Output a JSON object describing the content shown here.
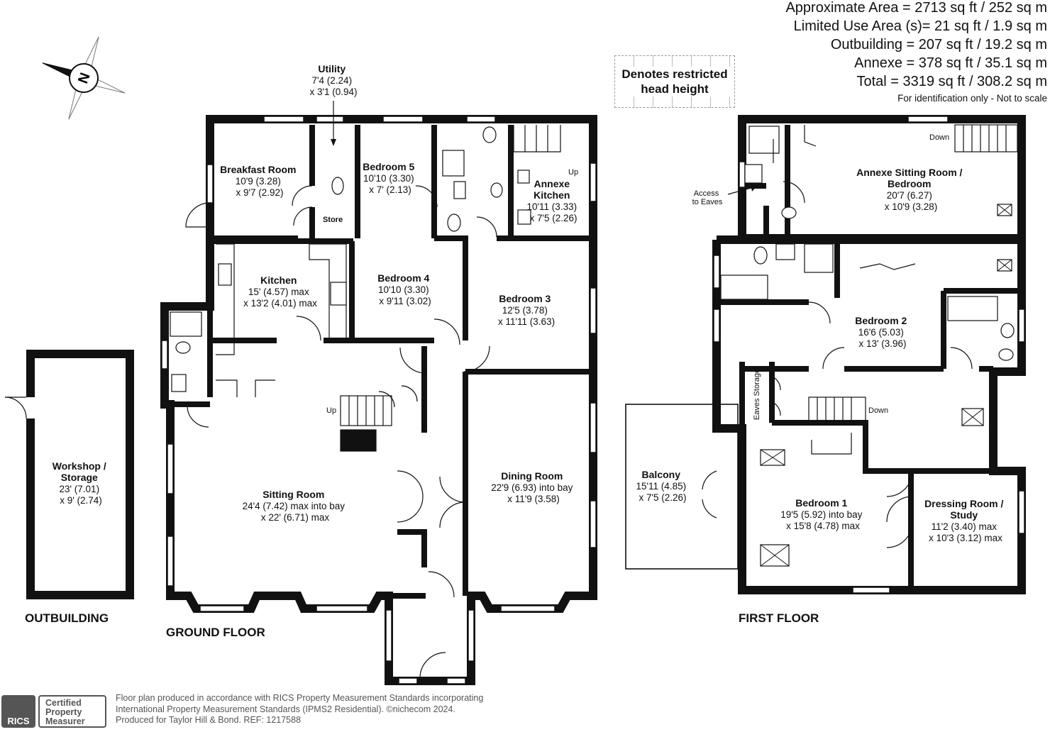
{
  "areas": {
    "approximate": "Approximate Area = 2713 sq ft / 252 sq m",
    "limited_use": "Limited Use Area (s)= 21 sq ft / 1.9 sq m",
    "outbuilding": "Outbuilding = 207 sq ft / 19.2 sq m",
    "annexe": "Annexe = 378 sq ft / 35.1 sq m",
    "total": "Total = 3319 sq ft / 308.2 sq m",
    "note": "For identification only - Not to scale"
  },
  "legend": {
    "restricted": "Denotes restricted head height"
  },
  "compass": {
    "letter": "N"
  },
  "floors": {
    "outbuilding": "OUTBUILDING",
    "ground": "GROUND FLOOR",
    "first": "FIRST FLOOR"
  },
  "rooms": {
    "utility": [
      "Utility",
      "7'4 (2.24)",
      "x 3'1 (0.94)"
    ],
    "breakfast": [
      "Breakfast Room",
      "10'9 (3.28)",
      "x 9'7 (2.92)"
    ],
    "bedroom5": [
      "Bedroom 5",
      "10'10 (3.30)",
      "x 7' (2.13)"
    ],
    "annexe_kitchen": [
      "Annexe",
      "Kitchen",
      "10'11 (3.33)",
      "x 7'5 (2.26)"
    ],
    "kitchen": [
      "Kitchen",
      "15' (4.57) max",
      "x 13'2 (4.01) max"
    ],
    "bedroom4": [
      "Bedroom 4",
      "10'10 (3.30)",
      "x 9'11 (3.02)"
    ],
    "bedroom3": [
      "Bedroom 3",
      "12'5 (3.78)",
      "x 11'11 (3.63)"
    ],
    "workshop": [
      "Workshop /",
      "Storage",
      "23' (7.01)",
      "x 9' (2.74)"
    ],
    "sitting": [
      "Sitting Room",
      "24'4 (7.42) max into bay",
      "x 22' (6.71) max"
    ],
    "dining": [
      "Dining Room",
      "22'9 (6.93) into bay",
      "x 11'9 (3.58)"
    ],
    "annexe_sitting": [
      "Annexe Sitting Room /",
      "Bedroom",
      "20'7 (6.27)",
      "x 10'9 (3.28)"
    ],
    "bedroom2": [
      "Bedroom 2",
      "16'6 (5.03)",
      "x 13' (3.96)"
    ],
    "balcony": [
      "Balcony",
      "15'11 (4.85)",
      "x 7'5 (2.26)"
    ],
    "bedroom1": [
      "Bedroom 1",
      "19'5 (5.92) into bay",
      "x 15'8 (4.78) max"
    ],
    "dressing": [
      "Dressing Room /",
      "Study",
      "11'2 (3.40) max",
      "x 10'3 (3.12) max"
    ]
  },
  "small_labels": {
    "store": "Store",
    "up_ground": "Up",
    "up_annexe": "Up",
    "down_annexe": "Down",
    "down_first": "Down",
    "access_eaves": [
      "Access",
      "to Eaves"
    ],
    "eaves_storage": "Eaves Storage"
  },
  "footer": {
    "line1": "Floor plan produced in accordance with RICS Property Measurement Standards incorporating",
    "line2": "International Property Measurement Standards (IPMS2 Residential).  ©nichecom 2024.",
    "line3": "Produced for Taylor Hill & Bond.   REF: 1217588"
  },
  "badge": {
    "rics": "RICS",
    "certified": [
      "Certified",
      "Property",
      "Measurer"
    ]
  }
}
